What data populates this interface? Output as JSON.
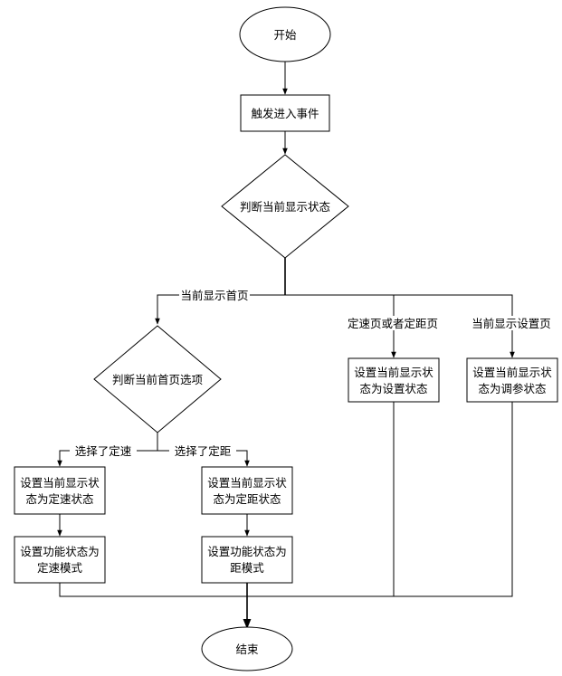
{
  "nodes": {
    "start": "开始",
    "trigger": "触发进入事件",
    "check_display": "判断当前显示状态",
    "check_home": "判断当前首页选项",
    "set_setting_l1": "设置当前显示状",
    "set_setting_l2": "态为设置状态",
    "set_param_l1": "设置当前显示状",
    "set_param_l2": "态为调参状态",
    "set_speed_l1": "设置当前显示状",
    "set_speed_l2": "态为定速状态",
    "set_dist_l1": "设置当前显示状",
    "set_dist_l2": "态为定距状态",
    "func_speed_l1": "设置功能状态为",
    "func_speed_l2": "定速模式",
    "func_dist_l1": "设置功能状态为",
    "func_dist_l2": "距模式",
    "end": "结束"
  },
  "edges": {
    "home_page": "当前显示首页",
    "speed_or_dist_page": "定速页或者定距页",
    "settings_page": "当前显示设置页",
    "chose_speed": "选择了定速",
    "chose_dist": "选择了定距"
  }
}
